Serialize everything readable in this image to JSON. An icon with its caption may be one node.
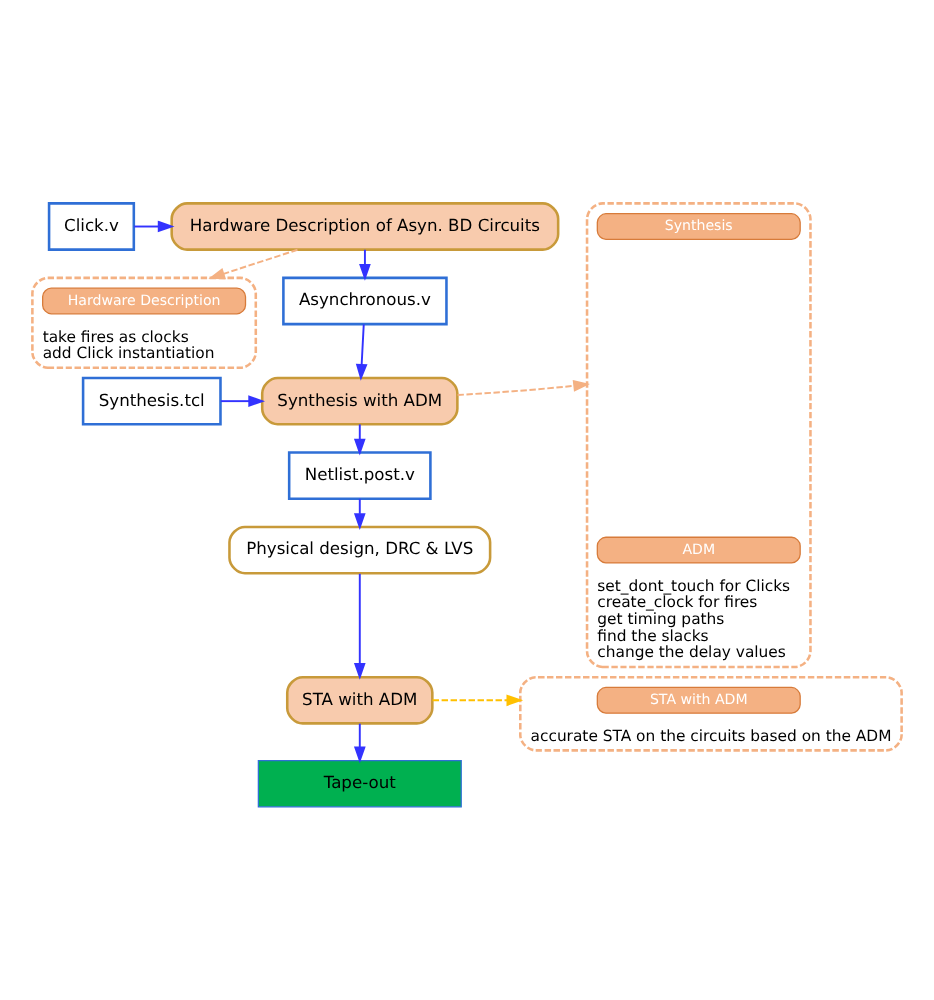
{
  "diagram": {
    "nodes": [
      {
        "text": [
          "Click.v"
        ]
      },
      {
        "text": [
          "Hardware Description of Asyn. BD Circuits"
        ]
      },
      {
        "text": [
          "take fires as clocks",
          "add Click instantiation"
        ]
      },
      {
        "text": [
          "Hardware Description"
        ],
        "in": 2
      },
      {
        "text": [
          "Asynchronous.v"
        ]
      },
      {
        "text": [
          "Synthesis.tcl"
        ]
      },
      {
        "text": [
          "Synthesis with ADM"
        ]
      },
      {
        "text": [
          "set_dont_touch for Clicks",
          "create_clock for fires",
          "get timing paths",
          "find the slacks",
          "change the delay values"
        ]
      },
      {
        "text": [
          "Synthesis"
        ],
        "in": 7
      },
      {
        "text": [
          "ADM"
        ],
        "in": 7
      },
      {
        "text": [
          "Netlist.post.v"
        ]
      },
      {
        "text": [
          "Physical design, DRC & LVS"
        ]
      },
      {
        "text": [
          "STA with ADM"
        ]
      },
      {
        "text": [
          "accurate STA on the circuits based on the ADM"
        ]
      },
      {
        "text": [
          "STA with ADM"
        ],
        "in": 13
      },
      {
        "text": [
          "Tape-out"
        ]
      }
    ],
    "edges": [
      {
        "from": 0,
        "to": 1,
        "arrow": "to"
      },
      {
        "from": 1,
        "to": 4,
        "arrow": "to"
      },
      {
        "from": 1,
        "to": 2,
        "arrow": "to",
        "style": "dashed",
        "color": "#f4b183"
      },
      {
        "from": 4,
        "to": 6,
        "arrow": "to"
      },
      {
        "from": 5,
        "to": 6,
        "arrow": "to"
      },
      {
        "from": 6,
        "to": 10,
        "arrow": "to"
      },
      {
        "from": 6,
        "to": 7,
        "arrow": "to",
        "style": "dashed",
        "color": "#f4b183"
      },
      {
        "from": 10,
        "to": 11,
        "arrow": "to"
      },
      {
        "from": 11,
        "to": 12,
        "arrow": "to"
      },
      {
        "from": 12,
        "to": 15,
        "arrow": "to"
      },
      {
        "from": 12,
        "to": 13,
        "arrow": "to",
        "style": "dashed",
        "color": "#ffc000"
      }
    ]
  }
}
